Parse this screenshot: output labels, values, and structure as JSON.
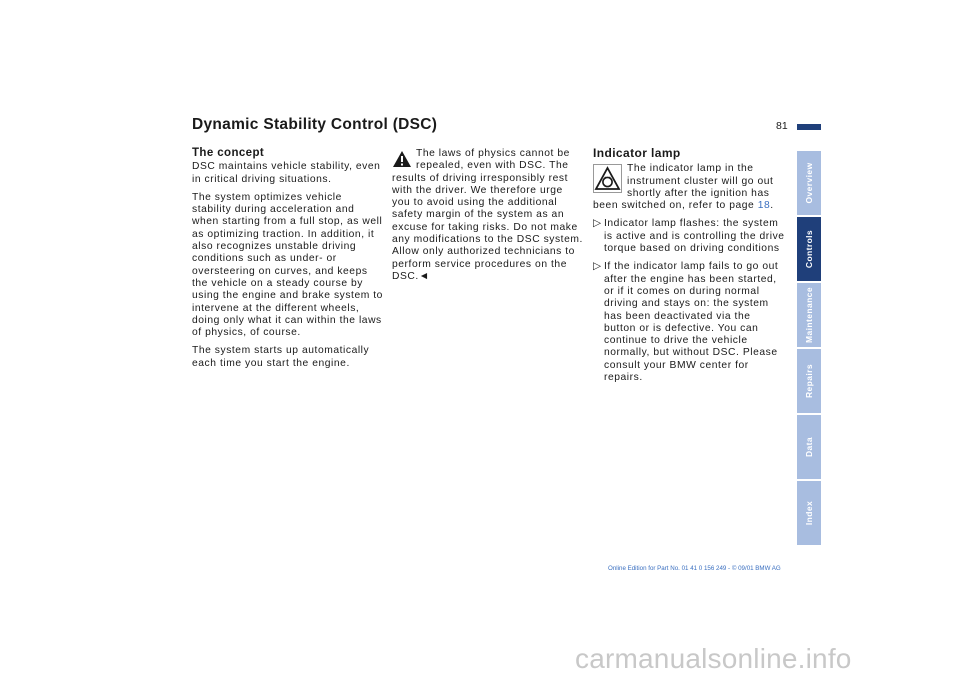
{
  "page": {
    "title": "Dynamic Stability Control (DSC)",
    "page_number": "81"
  },
  "column1": {
    "heading": "The concept",
    "p1": "DSC maintains vehicle stability, even in critical driving situations.",
    "p2": "The system optimizes vehicle stability during acceleration and when starting from a full stop, as well as optimizing traction. In addition, it also recognizes unstable driving conditions such as under- or oversteering on curves, and keeps the vehicle on a steady course by using the engine and brake system to intervene at the different wheels, doing only what it can within the laws of physics, of course.",
    "p3": "The system starts up automatically each time you start the engine."
  },
  "column2": {
    "icon": "warning-triangle-icon",
    "warning_text": "The laws of physics cannot be repealed, even with DSC. The results of driving irresponsibly rest with the driver. We therefore urge you to avoid using the additional safety margin of the system as an excuse for taking risks. Do not make any modifications to the DSC system. Allow only authorized technicians to perform service procedures on the DSC.",
    "end_mark": "◄"
  },
  "column3": {
    "heading": "Indicator lamp",
    "icon": "dsc-indicator-icon",
    "intro": "The indicator lamp in the instrument cluster will go out shortly after the ignition has been switched on, refer to page",
    "page_ref": "18",
    "intro_end": ".",
    "bullet_marker": "▷",
    "bullets": [
      "Indicator lamp flashes: the system is active and is controlling the drive torque based on driving conditions",
      "If the indicator lamp fails to go out after the engine has been started, or if it comes on during normal driving and stays on: the system has been deactivated via the button or is defective. You can continue to drive the vehicle normally, but without DSC. Please consult your BMW center for repairs."
    ]
  },
  "tabs": [
    {
      "label": "Overview",
      "active": false
    },
    {
      "label": "Controls",
      "active": true
    },
    {
      "label": "Maintenance",
      "active": false
    },
    {
      "label": "Repairs",
      "active": false
    },
    {
      "label": "Data",
      "active": false
    },
    {
      "label": "Index",
      "active": false
    }
  ],
  "colors": {
    "accent": "#1f3f7a",
    "tab_inactive": "#a8bde0",
    "link": "#3a6fc0"
  },
  "footer": "Online Edition for Part No. 01 41 0 156 249 - © 09/01 BMW AG",
  "watermark": "carmanualsonline.info"
}
